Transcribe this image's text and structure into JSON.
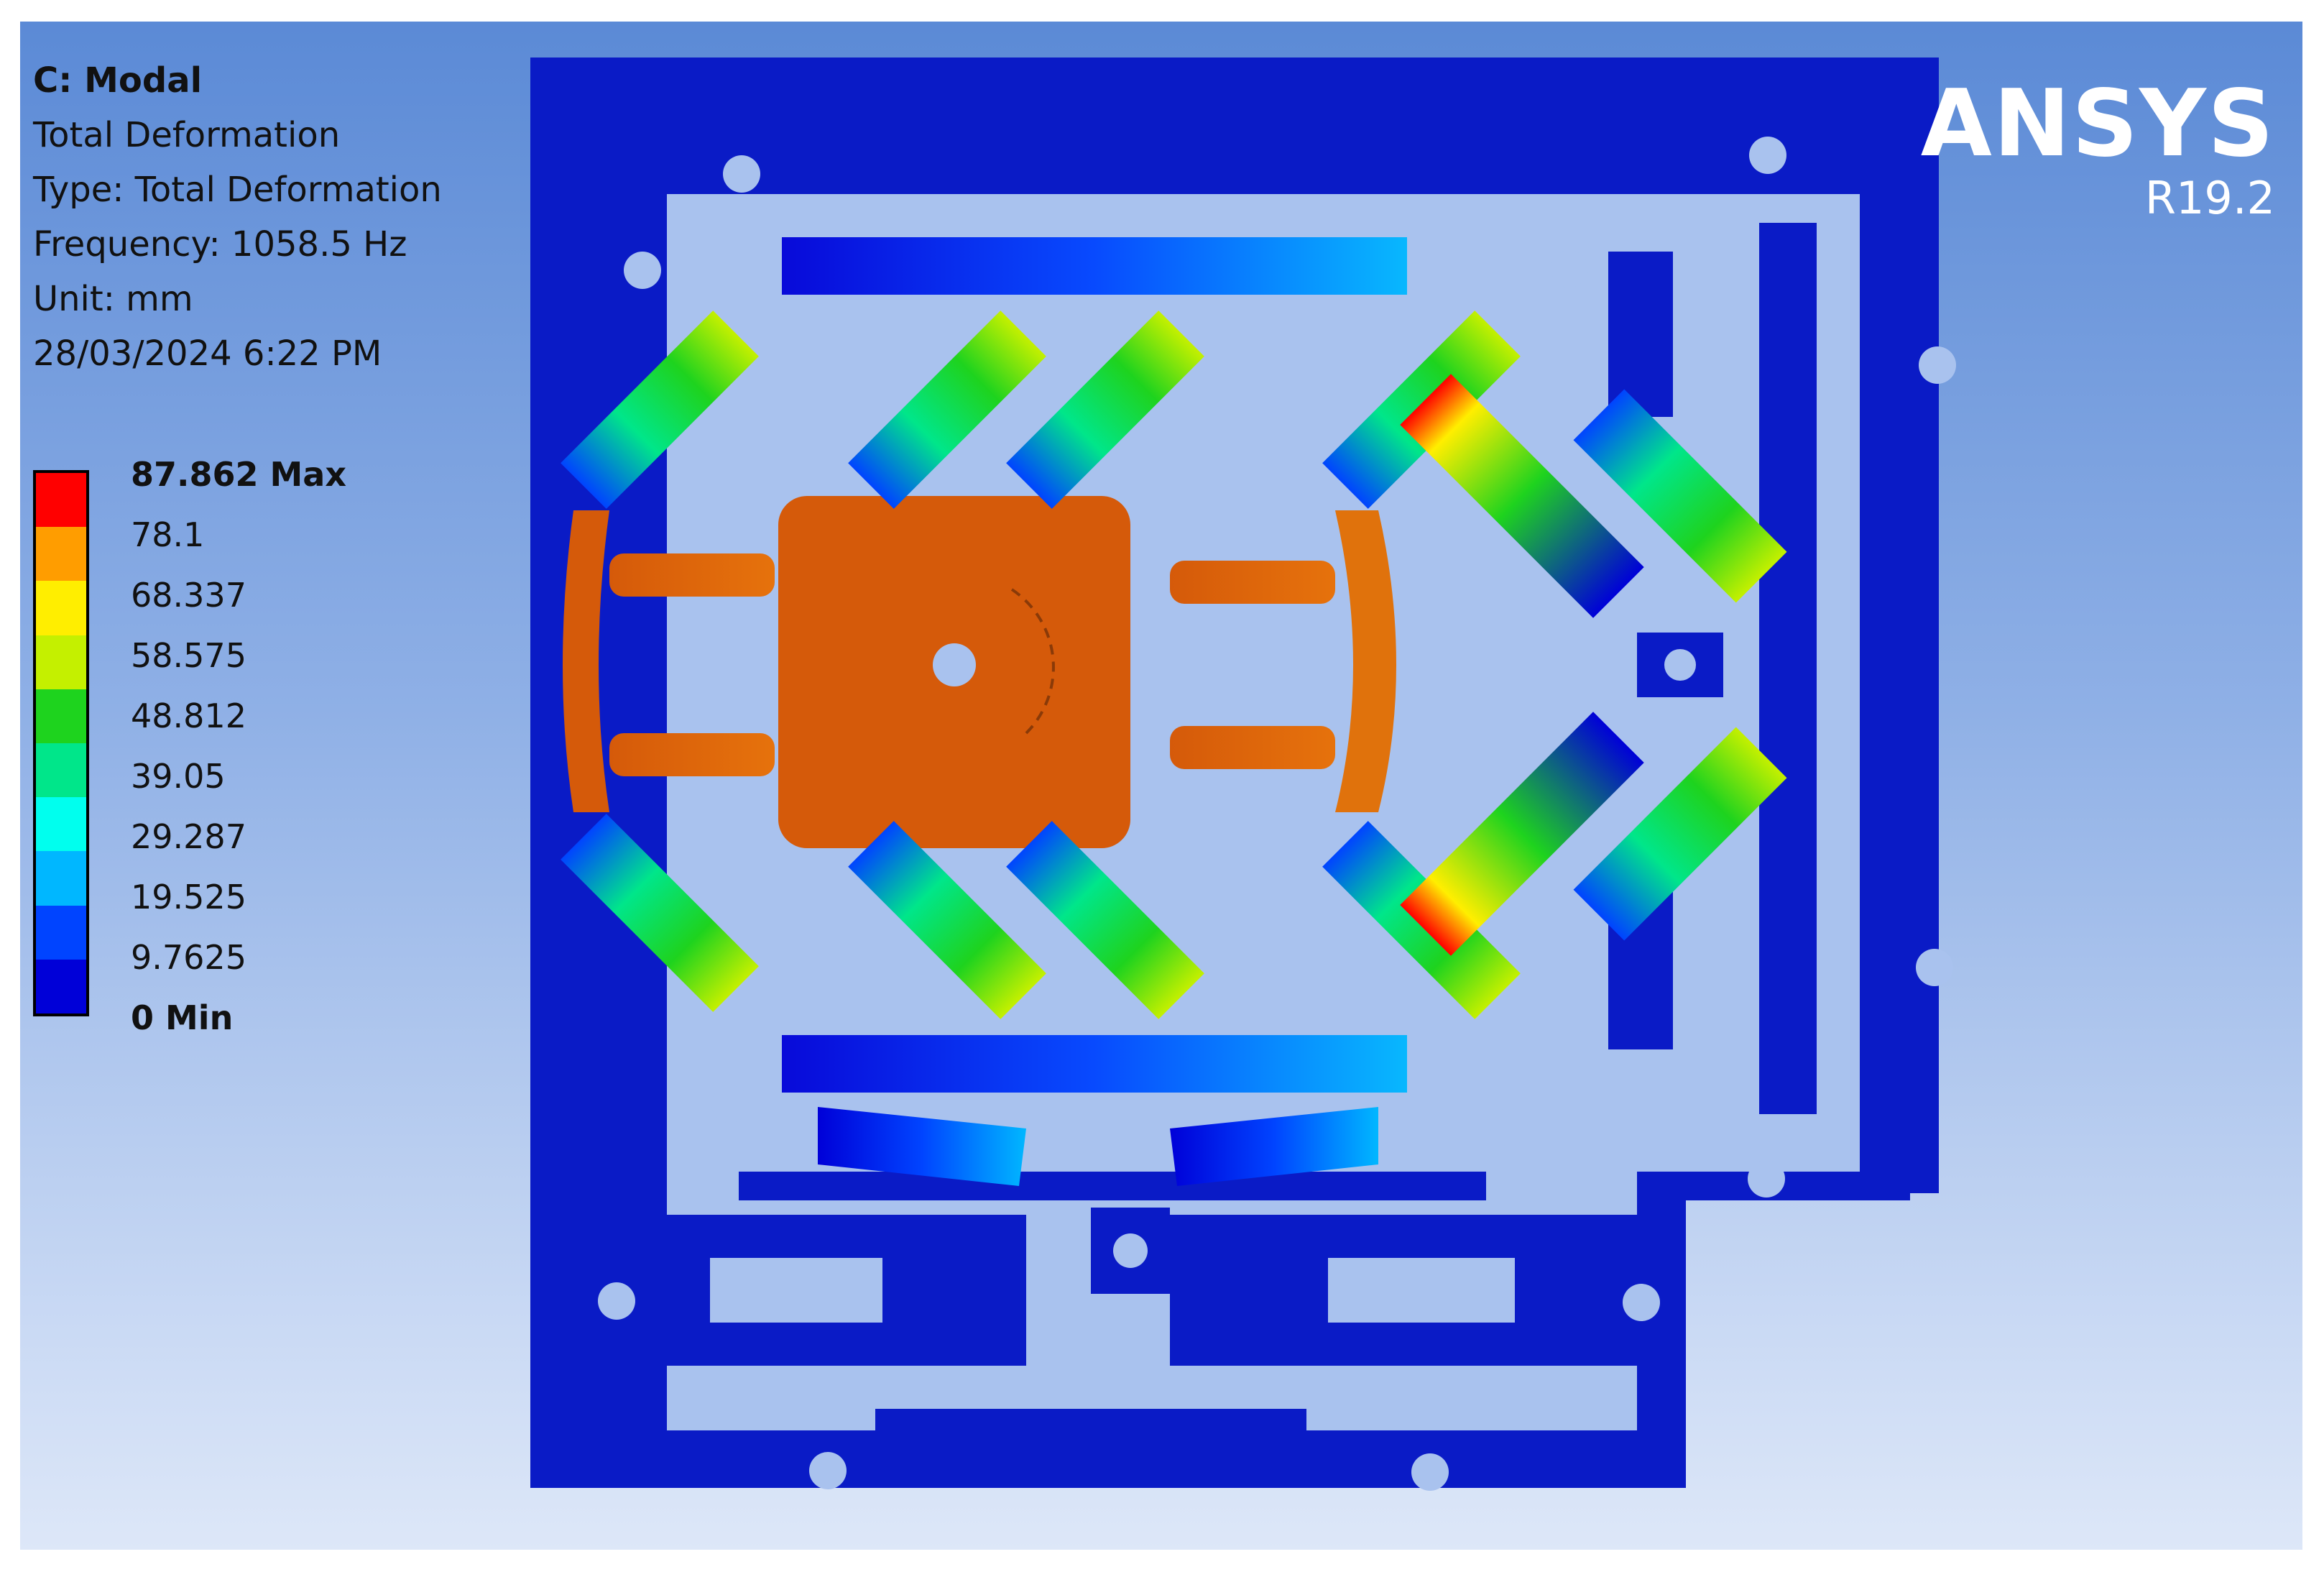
{
  "info": {
    "title": "C: Modal",
    "result": "Total Deformation",
    "type": "Type: Total Deformation",
    "frequency": "Frequency: 1058.5 Hz",
    "unit": "Unit: mm",
    "timestamp": "28/03/2024 6:22 PM"
  },
  "legend": {
    "labels": [
      "87.862 Max",
      "78.1",
      "68.337",
      "58.575",
      "48.812",
      "39.05",
      "29.287",
      "19.525",
      "9.7625",
      "0 Min"
    ],
    "colors": [
      "#ff0000",
      "#ff9d00",
      "#ffee00",
      "#c4f000",
      "#1ed31e",
      "#00e68a",
      "#00ffee",
      "#00b7ff",
      "#0044ff",
      "#0000d8"
    ]
  },
  "brand": {
    "name": "ANSYS",
    "version": "R19.2"
  },
  "colors": {
    "background_top": "#5b8ad6",
    "background_bottom": "#dde7f8",
    "frame": "#0a1bc6",
    "stage": "#d55a0a",
    "stage_inner": "#cf5c0c"
  }
}
